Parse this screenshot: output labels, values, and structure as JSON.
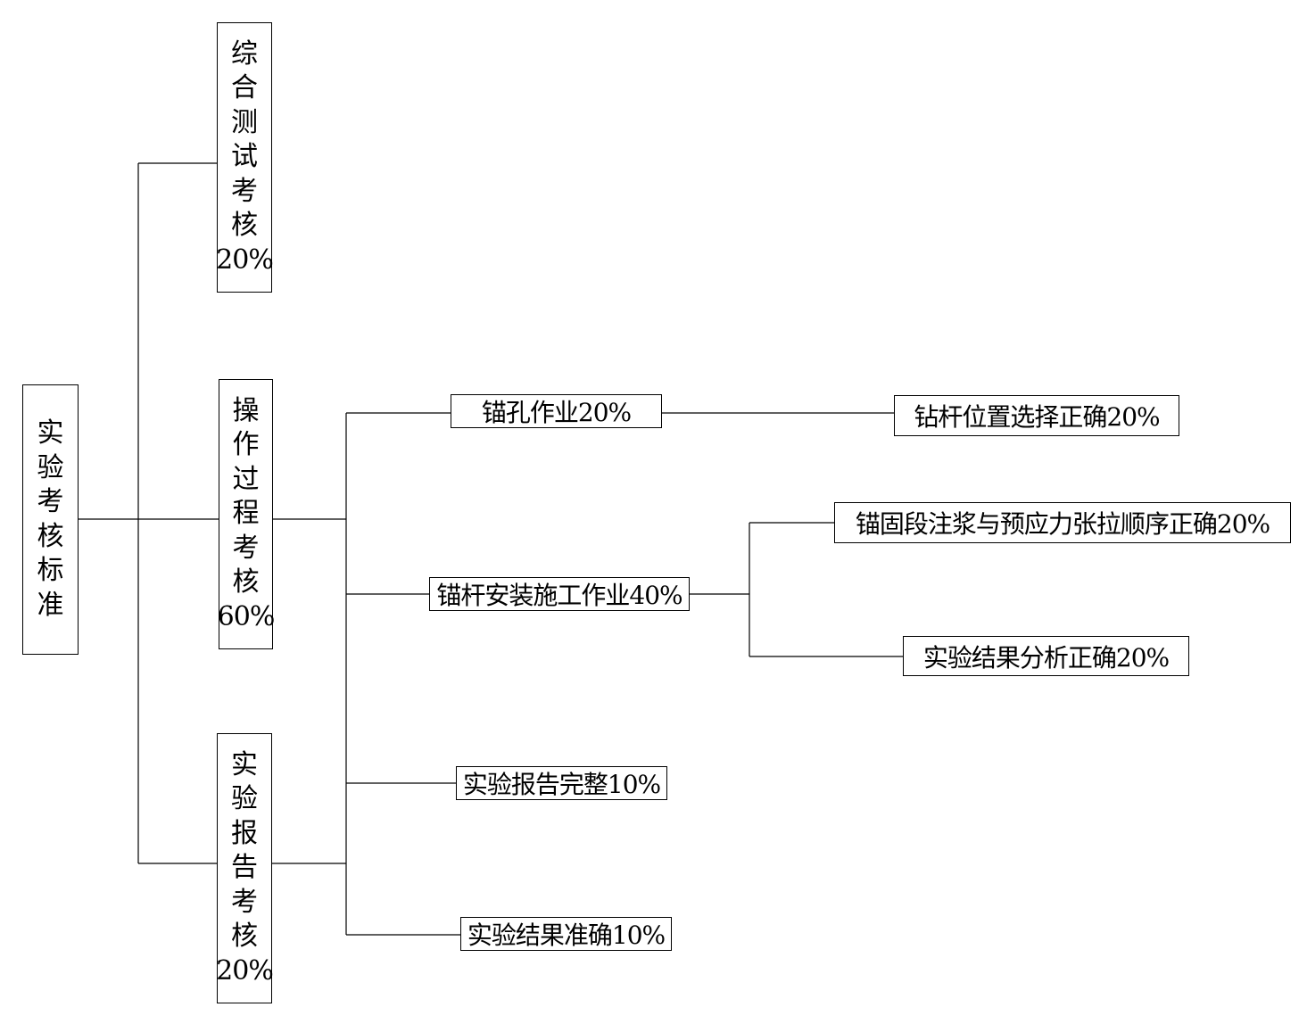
{
  "root": {
    "label": "实验考核标准",
    "chars": [
      "实",
      "验",
      "考",
      "核",
      "标",
      "准"
    ]
  },
  "level1": {
    "comprehensive": {
      "chars": [
        "综",
        "合",
        "测",
        "试",
        "考",
        "核"
      ],
      "pct": "20%"
    },
    "operation": {
      "chars": [
        "操",
        "作",
        "过",
        "程",
        "考",
        "核"
      ],
      "pct": "60%"
    },
    "report": {
      "chars": [
        "实",
        "验",
        "报",
        "告",
        "考",
        "核"
      ],
      "pct": "20%"
    }
  },
  "level2": {
    "anchor_hole": "锚孔作业20%",
    "anchor_install": "锚杆安装施工作业40%",
    "report_complete": "实验报告完整10%",
    "result_accurate": "实验结果准确10%"
  },
  "level3": {
    "drill_position": "钻杆位置选择正确20%",
    "grouting_sequence": "锚固段注浆与预应力张拉顺序正确20%",
    "result_analysis": "实验结果分析正确20%"
  }
}
